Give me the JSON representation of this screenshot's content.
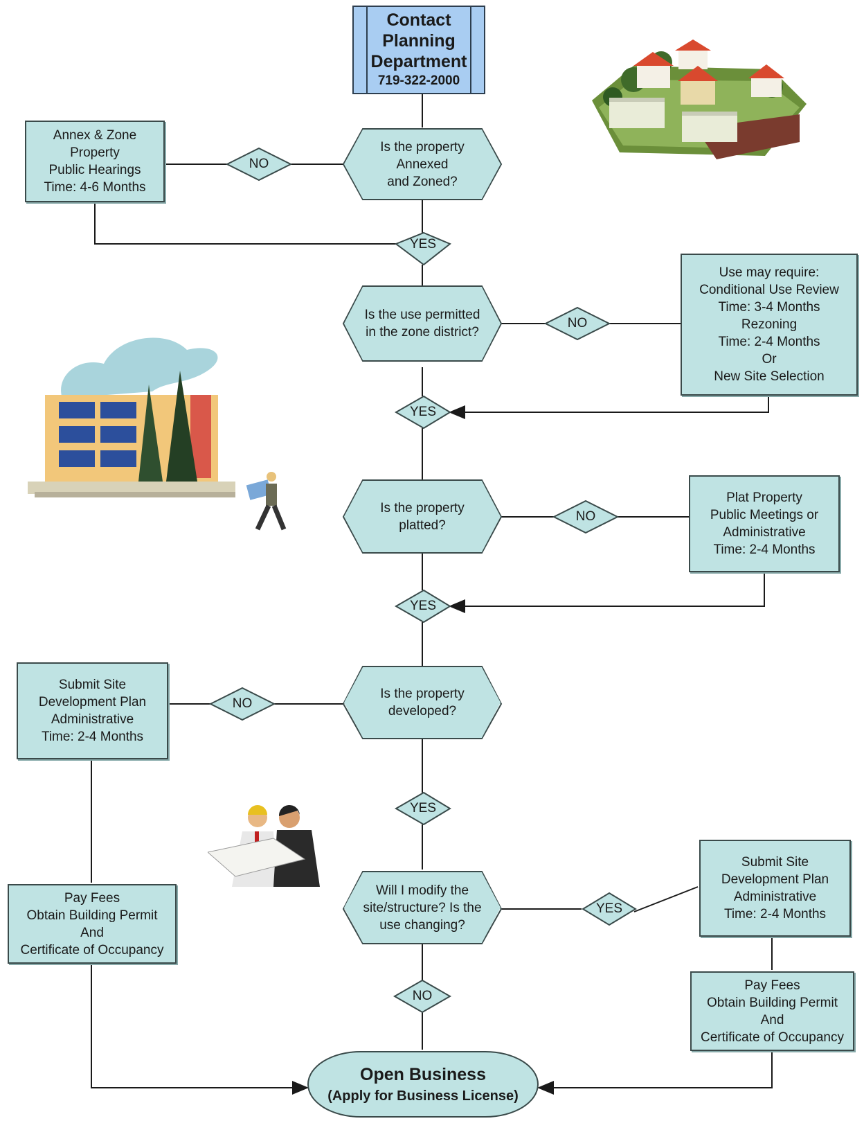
{
  "start": {
    "lines": [
      "Contact",
      "Planning",
      "Department"
    ],
    "phone": "719-322-2000"
  },
  "q1": {
    "lines": [
      "Is the property",
      "Annexed",
      "and Zoned?"
    ]
  },
  "q2": {
    "lines": [
      "Is the use permitted",
      "in the zone district?"
    ]
  },
  "q3": {
    "lines": [
      "Is the property",
      "platted?"
    ]
  },
  "q4": {
    "lines": [
      "Is the property",
      "developed?"
    ]
  },
  "q5": {
    "lines": [
      "Will I modify the",
      "site/structure? Is the",
      "use changing?"
    ]
  },
  "box_annex": {
    "lines": [
      "Annex & Zone",
      "Property",
      "Public Hearings",
      "Time:  4-6 Months"
    ]
  },
  "box_use": {
    "lines": [
      "Use may require:",
      "Conditional Use Review",
      "Time:  3-4 Months",
      "Rezoning",
      "Time: 2-4 Months",
      "Or",
      "New Site Selection"
    ]
  },
  "box_plat": {
    "lines": [
      "Plat Property",
      "Public Meetings or",
      "Administrative",
      "Time:  2-4 Months"
    ]
  },
  "box_sdp_left": {
    "lines": [
      "Submit Site",
      "Development Plan",
      "Administrative",
      "Time:  2-4 Months"
    ]
  },
  "box_fees_left": {
    "lines": [
      "Pay Fees",
      "Obtain Building Permit",
      "And",
      "Certificate of Occupancy"
    ]
  },
  "box_sdp_right": {
    "lines": [
      "Submit Site",
      "Development Plan",
      "Administrative",
      "Time:  2-4 Months"
    ]
  },
  "box_fees_right": {
    "lines": [
      "Pay Fees",
      "Obtain Building Permit",
      "And",
      "Certificate of Occupancy"
    ]
  },
  "end": {
    "title": "Open Business",
    "subtitle": "(Apply for Business License)"
  },
  "labels": {
    "no": "NO",
    "yes": "YES"
  },
  "colors": {
    "process": "#bfe3e3",
    "start": "#a9cdf2",
    "line": "#1a1a1a"
  },
  "illustrations": [
    "houses-clipart",
    "office-building-clipart",
    "surveyor-clipart",
    "businessmen-blueprint-clipart"
  ]
}
